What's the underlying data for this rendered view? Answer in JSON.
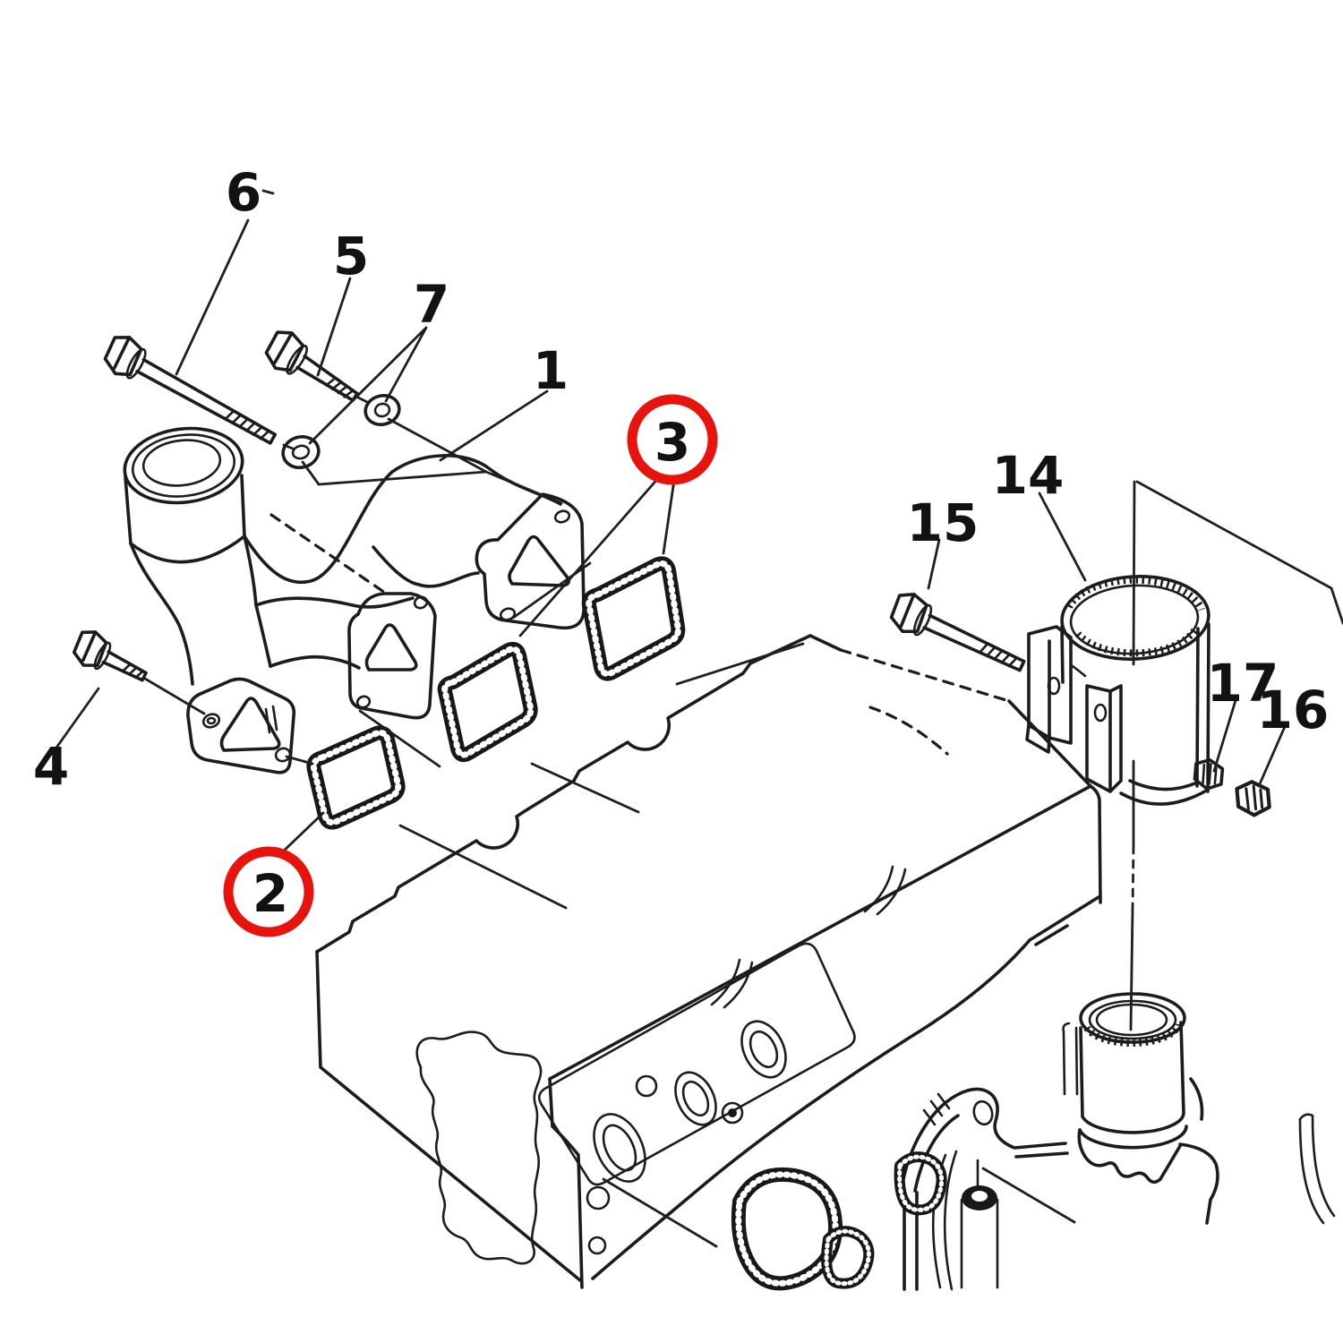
{
  "diagram": {
    "type": "exploded-parts-diagram",
    "background_color": "#ffffff",
    "line_color": "#1c1c1c",
    "highlight_color": "#e8130c",
    "highlighted_callouts": [
      "2",
      "3"
    ],
    "callouts": {
      "c1": {
        "label": "1",
        "highlighted": false
      },
      "c2": {
        "label": "2",
        "highlighted": true
      },
      "c3": {
        "label": "3",
        "highlighted": true
      },
      "c4": {
        "label": "4",
        "highlighted": false
      },
      "c5": {
        "label": "5",
        "highlighted": false
      },
      "c6": {
        "label": "6",
        "highlighted": false
      },
      "c7": {
        "label": "7",
        "highlighted": false
      },
      "c14": {
        "label": "14",
        "highlighted": false
      },
      "c15": {
        "label": "15",
        "highlighted": false
      },
      "c16": {
        "label": "16",
        "highlighted": false
      },
      "c17": {
        "label": "17",
        "highlighted": false
      }
    }
  }
}
